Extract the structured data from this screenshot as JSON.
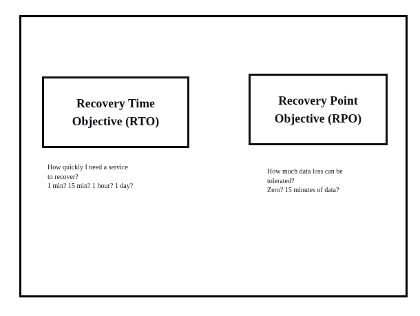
{
  "slide": {
    "background_color": "#ffffff",
    "border_color": "#000000",
    "concepts": [
      {
        "id": "rto",
        "box_title": "Recovery Time\nObjective (RTO)",
        "detail": "How quickly I need a service\nto recover?\n1 min? 15 min? 1 hour? 1 day?"
      },
      {
        "id": "rpo",
        "box_title": "Recovery Point\nObjective (RPO)",
        "detail": "How much data loss can be\ntolerated?\nZero? 15 minutes of data?"
      }
    ]
  }
}
